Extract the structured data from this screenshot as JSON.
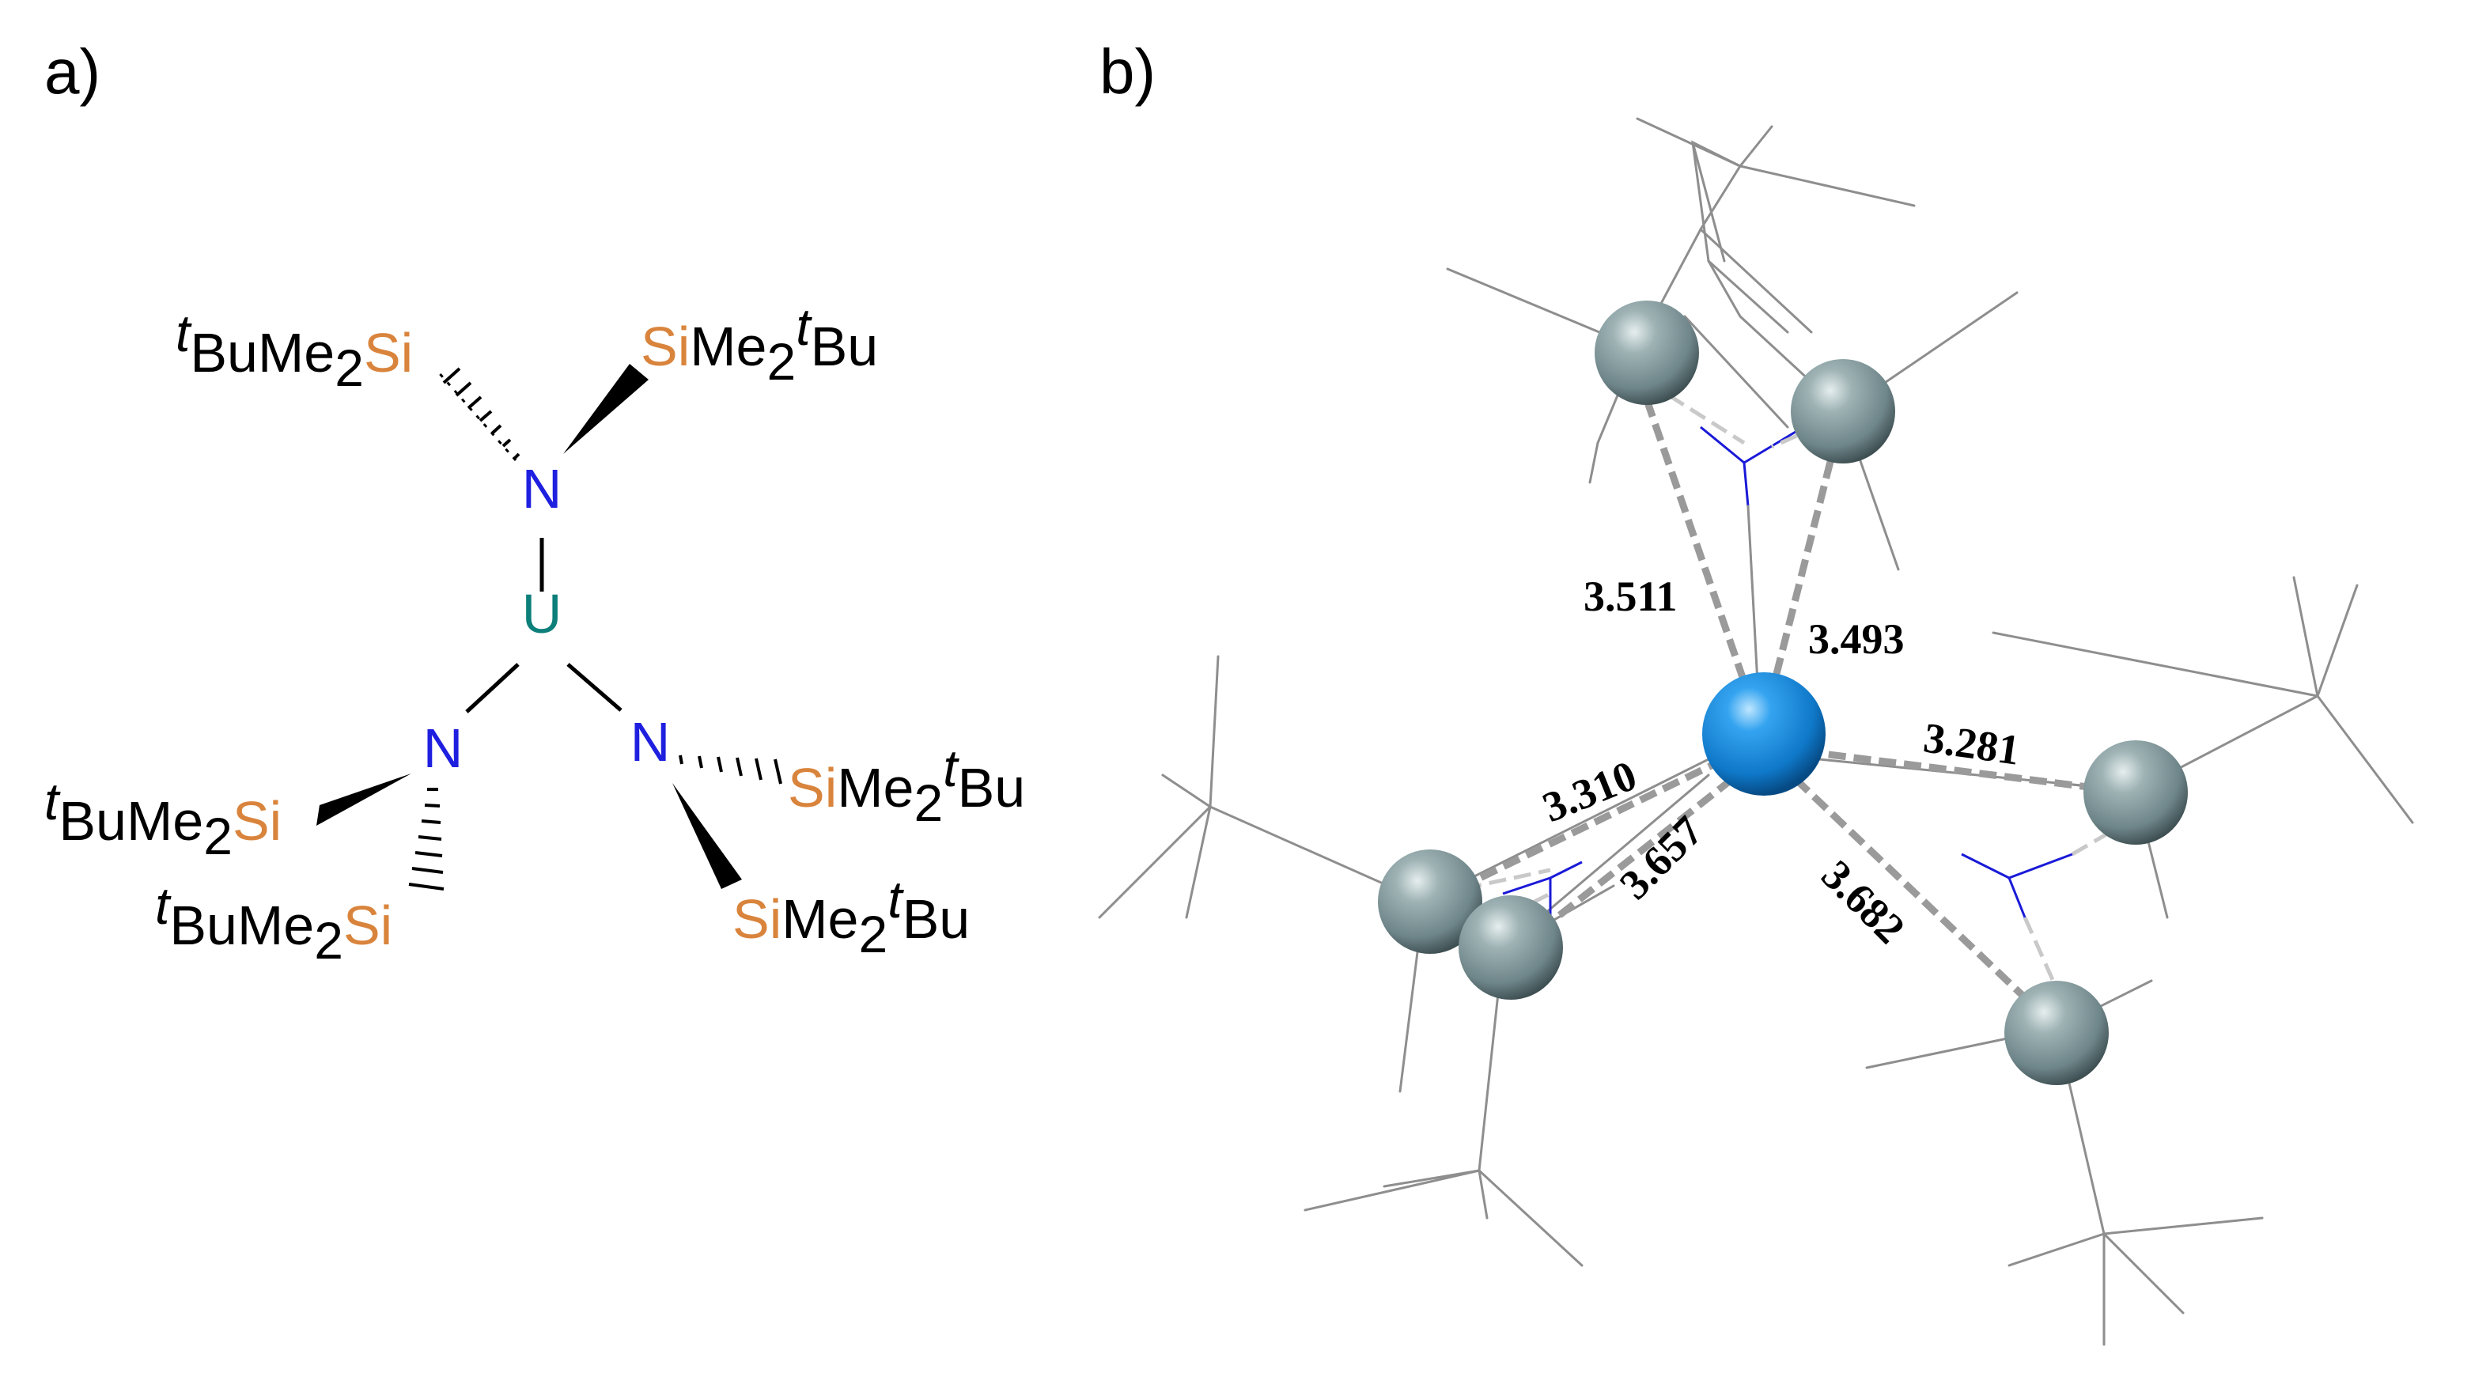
{
  "panels": {
    "a_label": "a)",
    "b_label": "b)"
  },
  "structure": {
    "metal": "U",
    "nitrogen": "N",
    "silicon": "Si",
    "silyl_prefix": "BuMe",
    "silyl_suffix_me": "Me",
    "tbu_superscript": "t",
    "bu": "Bu",
    "subscript_2": "2"
  },
  "model3d": {
    "distances": [
      "3.511",
      "3.493",
      "3.281",
      "3.310",
      "3.657",
      "3.682"
    ]
  },
  "colors": {
    "uranium_2d": "#0d7f7a",
    "nitrogen": "#1f1fe0",
    "silicon_2d": "#d9843c",
    "uranium_sphere": "#1f8de0",
    "silicon_sphere": "#7e9498"
  }
}
